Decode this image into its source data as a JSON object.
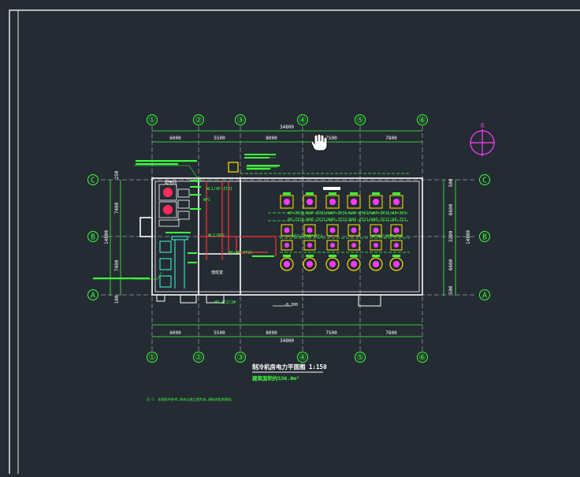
{
  "axes_top": [
    "①",
    "②",
    "③",
    "④",
    "⑤",
    "⑥"
  ],
  "axes_bottom": [
    "①",
    "②",
    "③",
    "④",
    "⑤",
    "⑥"
  ],
  "axes_left": [
    "C",
    "B",
    "A"
  ],
  "axes_right": [
    "C",
    "B",
    "A"
  ],
  "dims_top": {
    "total": "34800",
    "spans": [
      "6000",
      "5500",
      "8000",
      "7500",
      "7800"
    ]
  },
  "dims_bottom": {
    "total": "34800",
    "spans": [
      "6000",
      "5500",
      "8000",
      "7500",
      "7800"
    ]
  },
  "dims_left": {
    "total": "14800",
    "spans": [
      "250",
      "7400",
      "7400",
      "100"
    ]
  },
  "dims_right": {
    "total": "14800",
    "spans": [
      "500",
      "6600",
      "3200",
      "6600",
      "500"
    ]
  },
  "level_mark": "-0.300",
  "title": "制冷机房电力平面图 1:150",
  "subtitle": "建筑面积约536.0m²",
  "note": "注:1. 本图仅供参考,具体以施工图为准,请结合相关图纸。",
  "room_label_left": "配电间",
  "room_label_mid": "值班室",
  "circuit_labels": {
    "row1": "AP-ZY21/WAP-ZY21/WAP-ZY21/WAP-ZY21/WAP-ZY21/AP-ZY2",
    "row2": "AP-ZY21/WAP-ZY21/WAP-ZY21/WAP-ZY21/WAP-ZY21/AP-ZY2",
    "wire1": "WL1/AP-ZY21",
    "wire2": "WL2/AP2",
    "wire3": "WD/AP-ZY21",
    "wire4": "WP1",
    "cable": "WF-ZCZ/2#",
    "sub1": "AP2L2/WAP-ZY2",
    "sub2": "AP2L2/WAP-ZY2"
  },
  "north_label": "北"
}
